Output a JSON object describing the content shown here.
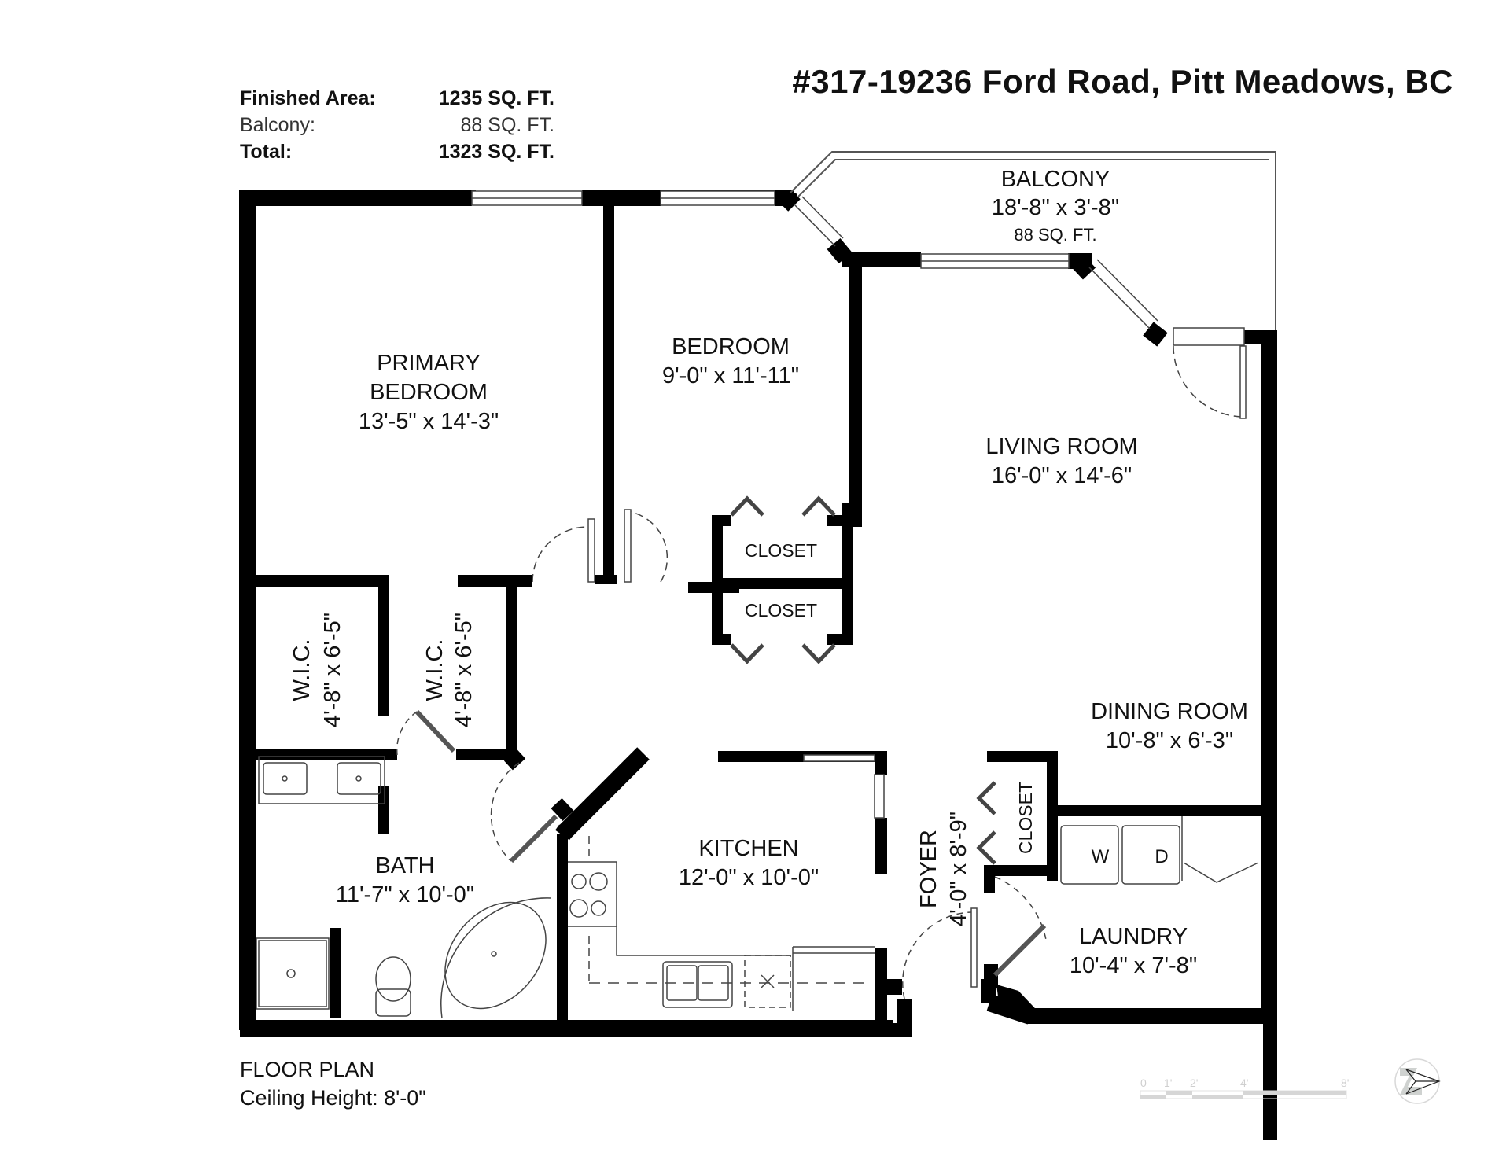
{
  "header": {
    "address": "#317-19236 Ford Road, Pitt Meadows, BC"
  },
  "area_summary": {
    "finished_label": "Finished Area:",
    "finished_value": "1235 SQ. FT.",
    "balcony_label": "Balcony:",
    "balcony_value": "88 SQ. FT.",
    "total_label": "Total:",
    "total_value": "1323 SQ. FT."
  },
  "rooms": {
    "balcony": {
      "name": "BALCONY",
      "dims": "18'-8\" x 3'-8\"",
      "area": "88 SQ. FT."
    },
    "primary_bedroom": {
      "name_line1": "PRIMARY",
      "name_line2": "BEDROOM",
      "dims": "13'-5\" x 14'-3\""
    },
    "bedroom": {
      "name": "BEDROOM",
      "dims": "9'-0\" x 11'-11\""
    },
    "living_room": {
      "name": "LIVING ROOM",
      "dims": "16'-0\" x 14'-6\""
    },
    "closet_upper": {
      "name": "CLOSET"
    },
    "closet_lower": {
      "name": "CLOSET"
    },
    "wic_left": {
      "name": "W.I.C.",
      "dims": "4'-8\" x 6'-5\""
    },
    "wic_right": {
      "name": "W.I.C.",
      "dims": "4'-8\" x 6'-5\""
    },
    "dining_room": {
      "name": "DINING ROOM",
      "dims": "10'-8\" x 6'-3\""
    },
    "kitchen": {
      "name": "KITCHEN",
      "dims": "12'-0\" x 10'-0\""
    },
    "bath": {
      "name": "BATH",
      "dims": "11'-7\" x 10'-0\""
    },
    "foyer": {
      "name": "FOYER",
      "dims": "4'-0\" x 8'-9\""
    },
    "closet_foyer": {
      "name": "CLOSET"
    },
    "laundry": {
      "name": "LAUNDRY",
      "dims": "10'-4\" x 7'-8\""
    }
  },
  "appliances": {
    "washer": "W",
    "dryer": "D"
  },
  "footer": {
    "plan_label": "FLOOR PLAN",
    "ceiling_height": "Ceiling Height: 8'-0\""
  },
  "scale_bar": {
    "ticks": [
      "0",
      "1'",
      "2'",
      "4'",
      "8'"
    ]
  },
  "icons": {
    "compass": "north-arrow-icon"
  },
  "colors": {
    "wall": "#000000",
    "line": "#555555",
    "scale": "#d0d0d0"
  }
}
